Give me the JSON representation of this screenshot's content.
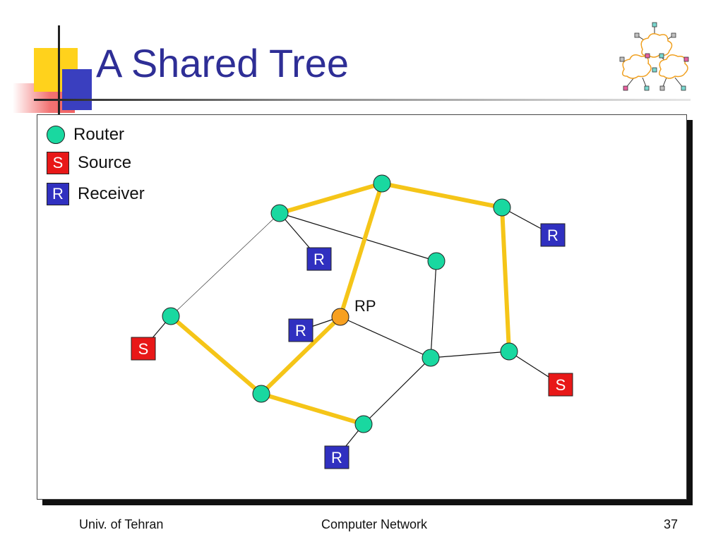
{
  "slide": {
    "title": "A Shared Tree"
  },
  "legend": [
    {
      "shape": "circle",
      "glyph": "",
      "label": "Router",
      "color": "#19d8a0"
    },
    {
      "shape": "box",
      "glyph": "S",
      "label": "Source",
      "color": "#e81818"
    },
    {
      "shape": "box",
      "glyph": "R",
      "label": "Receiver",
      "color": "#3030c0"
    }
  ],
  "diagram": {
    "colors": {
      "router": "#19d8a0",
      "rendezvous_point": "#f7a021",
      "source": "#e81818",
      "receiver": "#3030c0",
      "shared_tree_edge": "#f5c518",
      "link": "#111111"
    },
    "rp_label": "RP",
    "source_glyph": "S",
    "receiver_glyph": "R",
    "routers": [
      "r1",
      "r2",
      "r3",
      "r4",
      "r5",
      "r6",
      "r7",
      "r8",
      "r9",
      "rp"
    ],
    "rendezvous_point": "rp",
    "sources": [
      {
        "id": "s1",
        "router": "r5"
      },
      {
        "id": "s2",
        "router": "r8"
      }
    ],
    "receivers": [
      {
        "id": "rc1",
        "router": "r2"
      },
      {
        "id": "rc2",
        "router": "r3"
      },
      {
        "id": "rc3",
        "router": "rp"
      },
      {
        "id": "rc4",
        "router": "r9"
      }
    ],
    "links": [
      {
        "from": "r2",
        "to": "r5"
      },
      {
        "from": "r2",
        "to": "r4"
      },
      {
        "from": "r4",
        "to": "r7"
      },
      {
        "from": "rp",
        "to": "r7"
      },
      {
        "from": "r7",
        "to": "r8"
      },
      {
        "from": "r7",
        "to": "r9"
      }
    ],
    "shared_tree": [
      {
        "from": "r2",
        "to": "r1"
      },
      {
        "from": "r1",
        "to": "r3"
      },
      {
        "from": "r3",
        "to": "r8"
      },
      {
        "from": "r1",
        "to": "rp"
      },
      {
        "from": "rp",
        "to": "r6"
      },
      {
        "from": "r5",
        "to": "r6"
      },
      {
        "from": "r6",
        "to": "r9"
      }
    ]
  },
  "footer": {
    "left": "Univ. of Tehran",
    "center": "Computer Network",
    "page_number": "37"
  }
}
